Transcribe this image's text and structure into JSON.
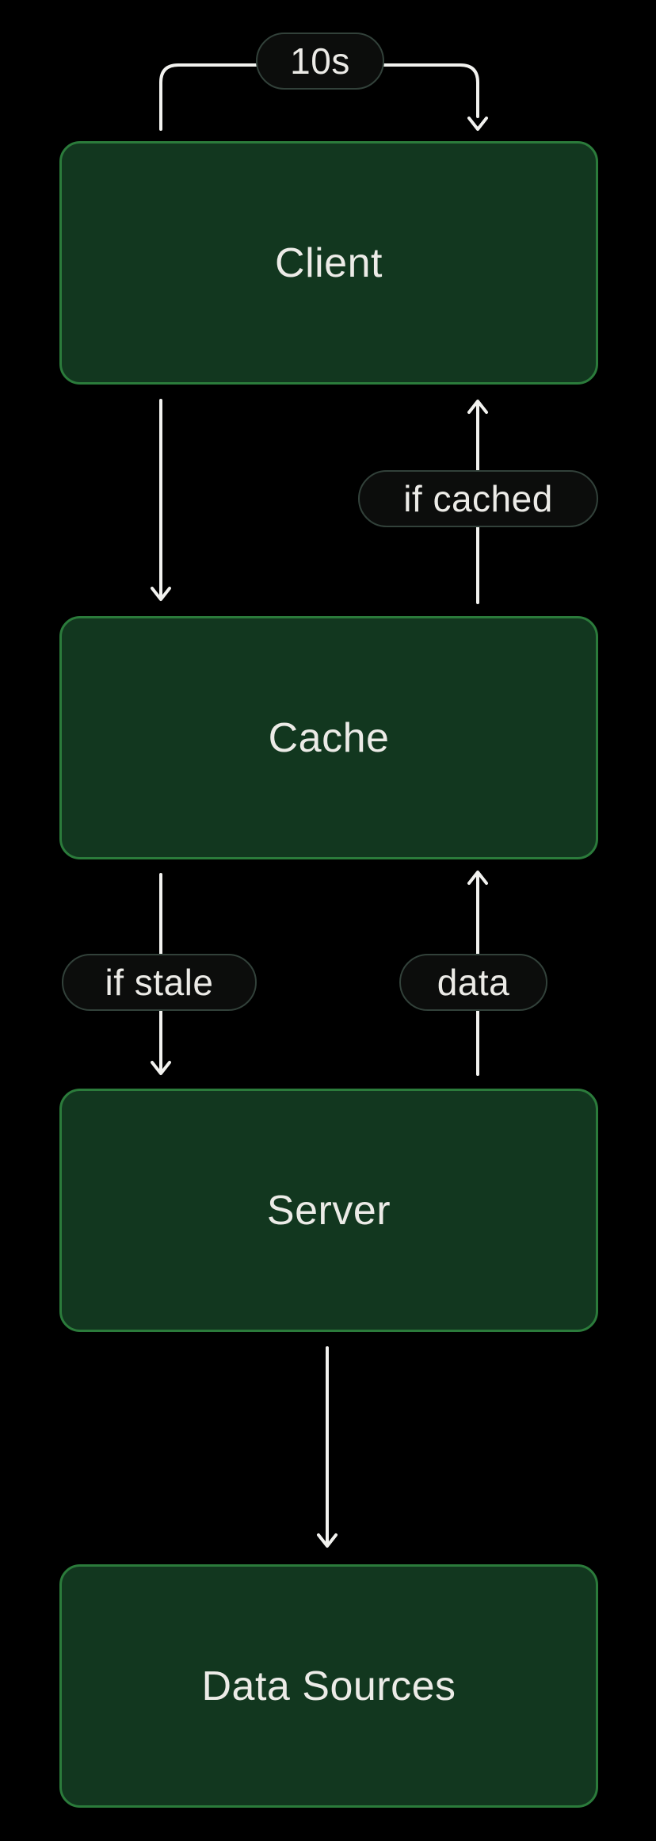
{
  "diagram": {
    "type": "flowchart",
    "nodes": [
      {
        "id": "client",
        "label": "Client"
      },
      {
        "id": "cache",
        "label": "Cache"
      },
      {
        "id": "server",
        "label": "Server"
      },
      {
        "id": "data_sources",
        "label": "Data Sources"
      }
    ],
    "edges": [
      {
        "from": "client",
        "to": "client",
        "label": "10s",
        "direction": "self-loop"
      },
      {
        "from": "client",
        "to": "cache",
        "label": "",
        "direction": "down"
      },
      {
        "from": "cache",
        "to": "client",
        "label": "if cached",
        "direction": "up"
      },
      {
        "from": "cache",
        "to": "server",
        "label": "if stale",
        "direction": "down"
      },
      {
        "from": "server",
        "to": "cache",
        "label": "data",
        "direction": "up"
      },
      {
        "from": "server",
        "to": "data_sources",
        "label": "",
        "direction": "down"
      }
    ],
    "colors": {
      "background": "#000000",
      "node_fill": "#12371F",
      "node_border": "#2B7B3B",
      "pill_fill": "#0C0D0C",
      "pill_border": "#32413A",
      "arrow": "#F2F2EF",
      "text": "#ECEBE7"
    }
  }
}
